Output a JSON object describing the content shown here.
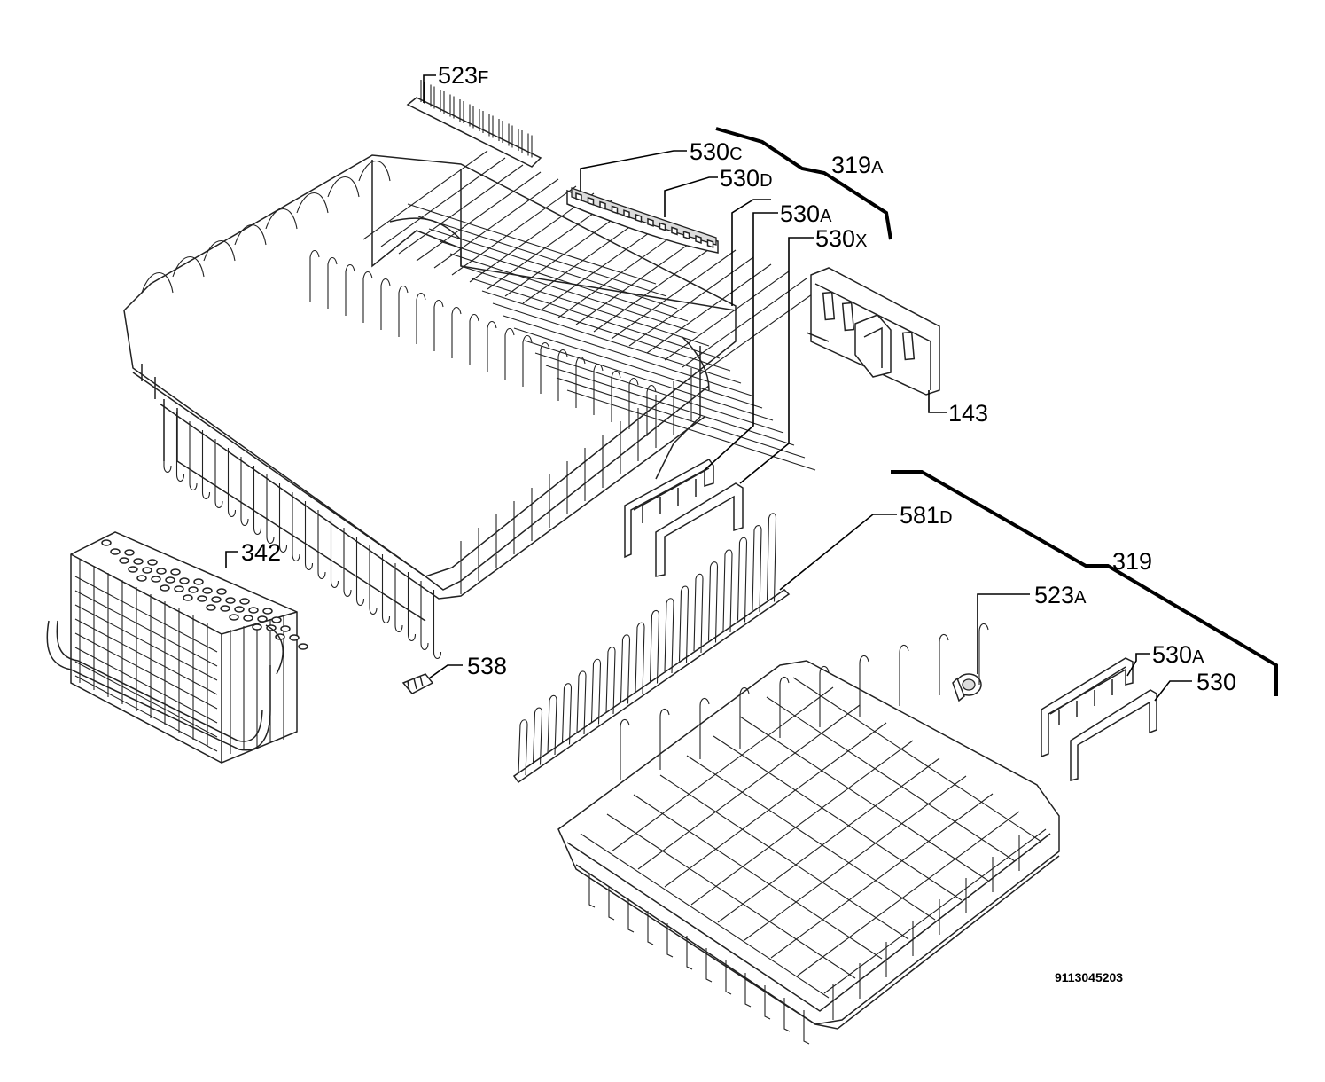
{
  "diagram": {
    "document_number": "9113045203",
    "callouts": [
      {
        "id": "523F",
        "num": "523",
        "sfx": "F"
      },
      {
        "id": "530C",
        "num": "530",
        "sfx": "C"
      },
      {
        "id": "530D",
        "num": "530",
        "sfx": "D"
      },
      {
        "id": "319A",
        "num": "319",
        "sfx": "A"
      },
      {
        "id": "530A-upper",
        "num": "530",
        "sfx": "A"
      },
      {
        "id": "530X",
        "num": "530",
        "sfx": "X"
      },
      {
        "id": "143",
        "num": "143",
        "sfx": ""
      },
      {
        "id": "342",
        "num": "342",
        "sfx": ""
      },
      {
        "id": "581D",
        "num": "581",
        "sfx": "D"
      },
      {
        "id": "319",
        "num": "319",
        "sfx": ""
      },
      {
        "id": "523A",
        "num": "523",
        "sfx": "A"
      },
      {
        "id": "538",
        "num": "538",
        "sfx": ""
      },
      {
        "id": "530A-lower",
        "num": "530",
        "sfx": "A"
      },
      {
        "id": "530",
        "num": "530",
        "sfx": ""
      }
    ],
    "parts": [
      {
        "name": "upper-basket"
      },
      {
        "name": "cutlery-basket"
      },
      {
        "name": "lower-basket"
      },
      {
        "name": "plate-rack-insert"
      },
      {
        "name": "cup-rack-strip"
      },
      {
        "name": "adjuster-mechanism"
      },
      {
        "name": "wheel"
      },
      {
        "name": "connector"
      },
      {
        "name": "end-cap"
      },
      {
        "name": "rail-guide"
      }
    ]
  }
}
